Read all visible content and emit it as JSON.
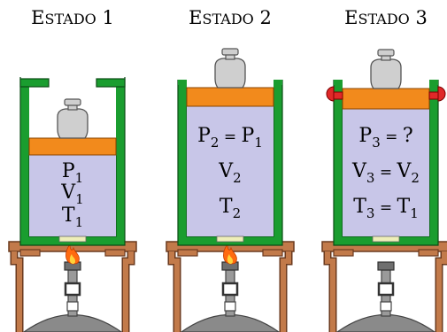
{
  "states": [
    {
      "title_first": "E",
      "title_rest": "STADO",
      "title_num": "1",
      "lines": [
        {
          "sym": "P",
          "sub": "1",
          "op": "",
          "rhs": "",
          "rhs_sub": ""
        },
        {
          "sym": "V",
          "sub": "1",
          "op": "",
          "rhs": "",
          "rhs_sub": ""
        },
        {
          "sym": "T",
          "sub": "1",
          "op": "",
          "rhs": "",
          "rhs_sub": ""
        }
      ],
      "flame": true,
      "locks": false
    },
    {
      "title_first": "E",
      "title_rest": "STADO",
      "title_num": "2",
      "lines": [
        {
          "sym": "P",
          "sub": "2",
          "op": "=",
          "rhs": "P",
          "rhs_sub": "1"
        },
        {
          "sym": "V",
          "sub": "2",
          "op": "",
          "rhs": "",
          "rhs_sub": ""
        },
        {
          "sym": "T",
          "sub": "2",
          "op": "",
          "rhs": "",
          "rhs_sub": ""
        }
      ],
      "flame": true,
      "locks": false
    },
    {
      "title_first": "E",
      "title_rest": "STADO",
      "title_num": "3",
      "lines": [
        {
          "sym": "P",
          "sub": "3",
          "op": "=",
          "rhs": "?",
          "rhs_sub": ""
        },
        {
          "sym": "V",
          "sub": "3",
          "op": "=",
          "rhs": "V",
          "rhs_sub": "2"
        },
        {
          "sym": "T",
          "sub": "3",
          "op": "=",
          "rhs": "T",
          "rhs_sub": "1"
        }
      ],
      "flame": false,
      "locks": true
    }
  ],
  "colors": {
    "wall": "#1a9d2f",
    "gas": "#c8c6e8",
    "piston": "#f28a1c",
    "weight": "#cfcfcf",
    "stand": "#c27a4a",
    "valve": "#eeeeb8",
    "burner": "#7a7a7a",
    "lock": "#e02828",
    "flame_outer": "#ff6a10",
    "flame_inner": "#ffd23a"
  }
}
